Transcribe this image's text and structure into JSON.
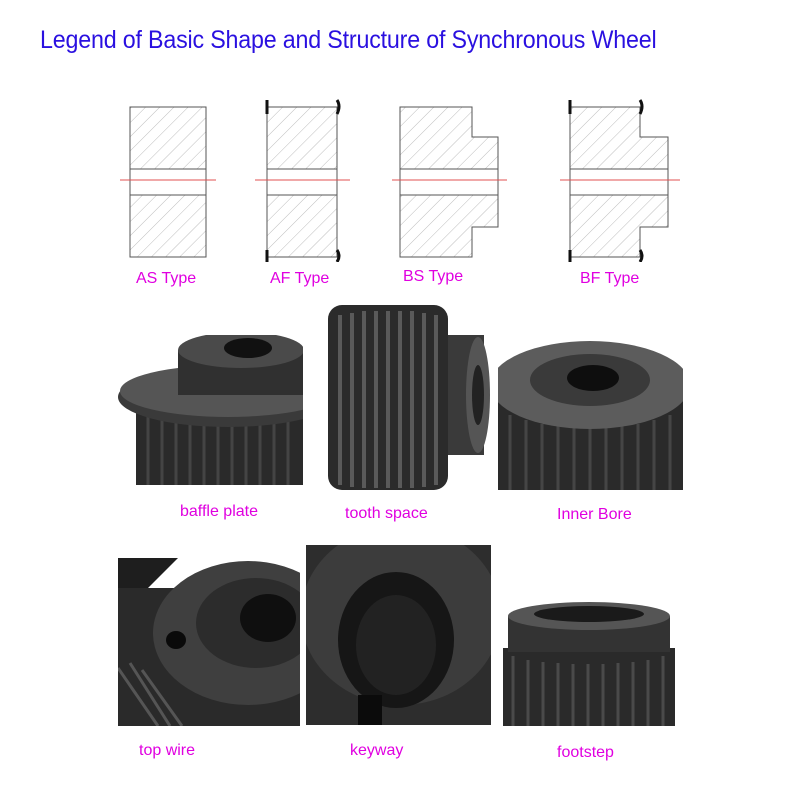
{
  "title": "Legend of Basic Shape and Structure of Synchronous Wheel",
  "types": [
    {
      "label": "AS Type"
    },
    {
      "label": "AF Type"
    },
    {
      "label": "BS Type"
    },
    {
      "label": "BF Type"
    }
  ],
  "photos": [
    {
      "caption": "baffle plate"
    },
    {
      "caption": "tooth space"
    },
    {
      "caption": "Inner Bore"
    },
    {
      "caption": "top wire"
    },
    {
      "caption": "keyway"
    },
    {
      "caption": "footstep"
    }
  ],
  "colors": {
    "title": "#2a10e0",
    "caption": "#e000e0",
    "centerline": "#e05050"
  }
}
